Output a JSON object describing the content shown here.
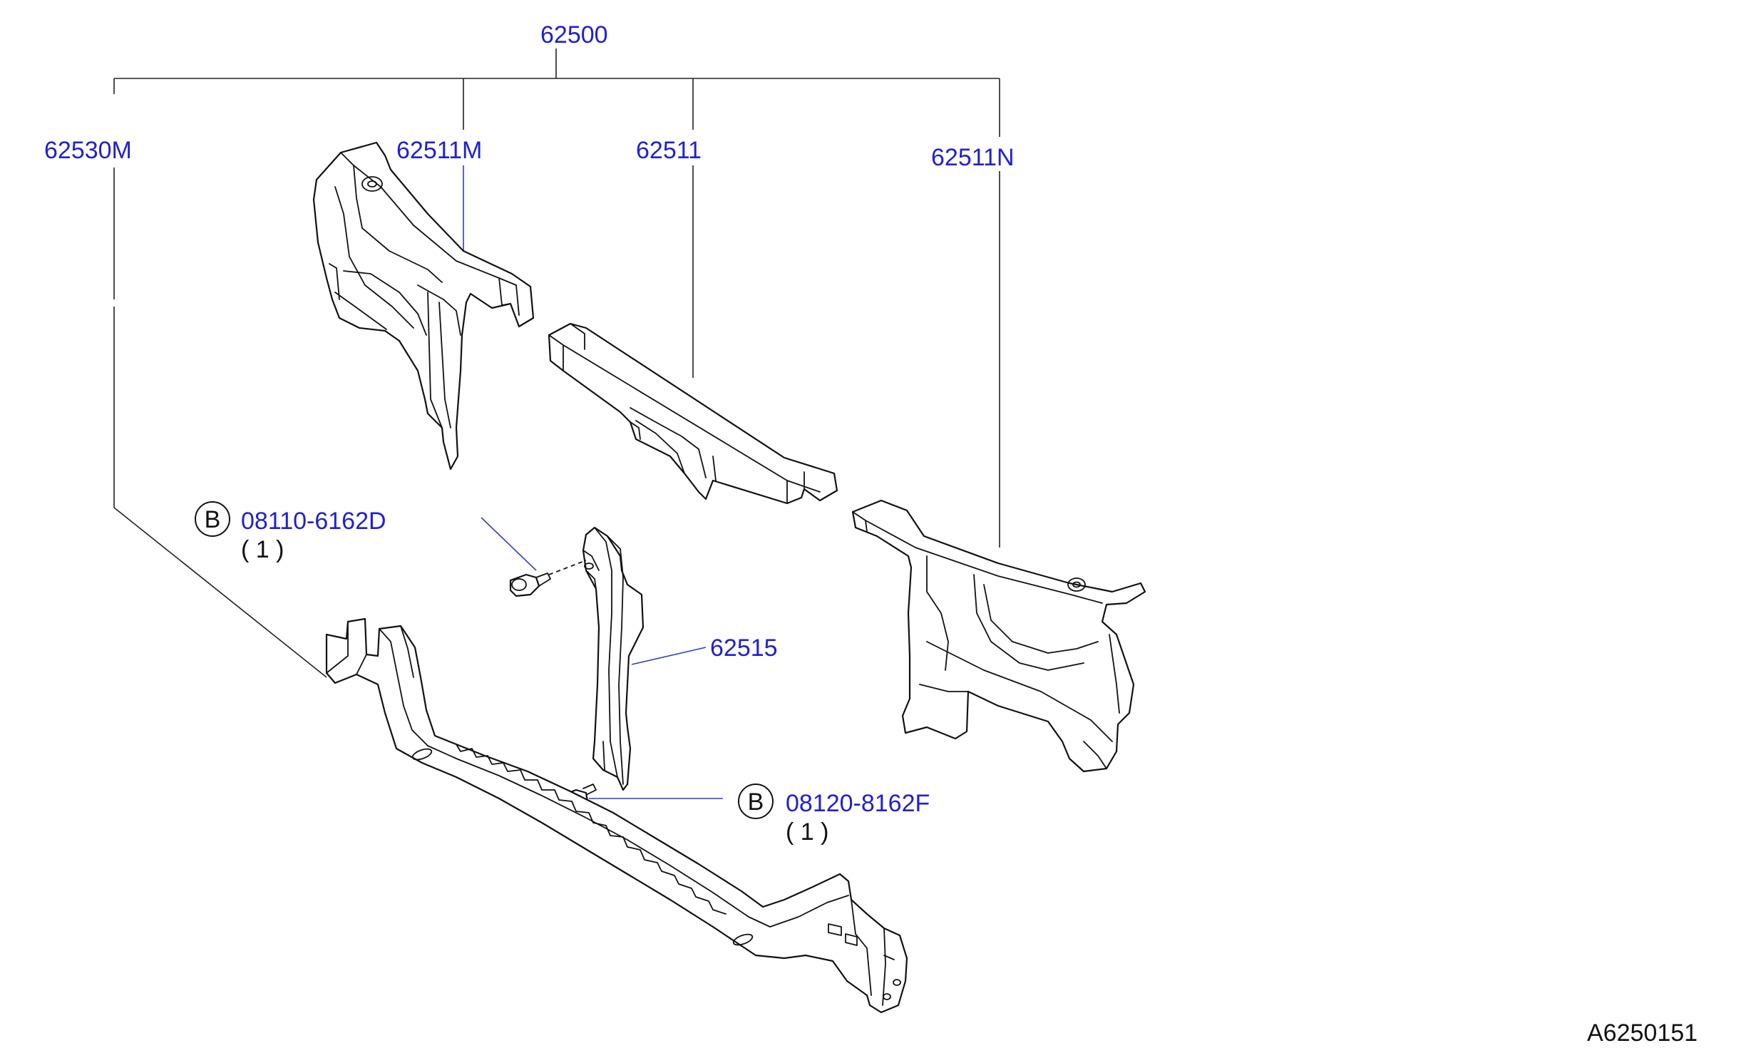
{
  "parts": {
    "assembly": "62500",
    "lower_support": "62530M",
    "left_support": "62511M",
    "upper_support": "62511",
    "right_support": "62511N",
    "center_stay": "62515"
  },
  "fasteners": [
    {
      "badge": "B",
      "part_number": "08110-6162D",
      "qty": "( 1 )"
    },
    {
      "badge": "B",
      "part_number": "08120-8162F",
      "qty": "( 1 )"
    }
  ],
  "figure_ref": "A6250151"
}
